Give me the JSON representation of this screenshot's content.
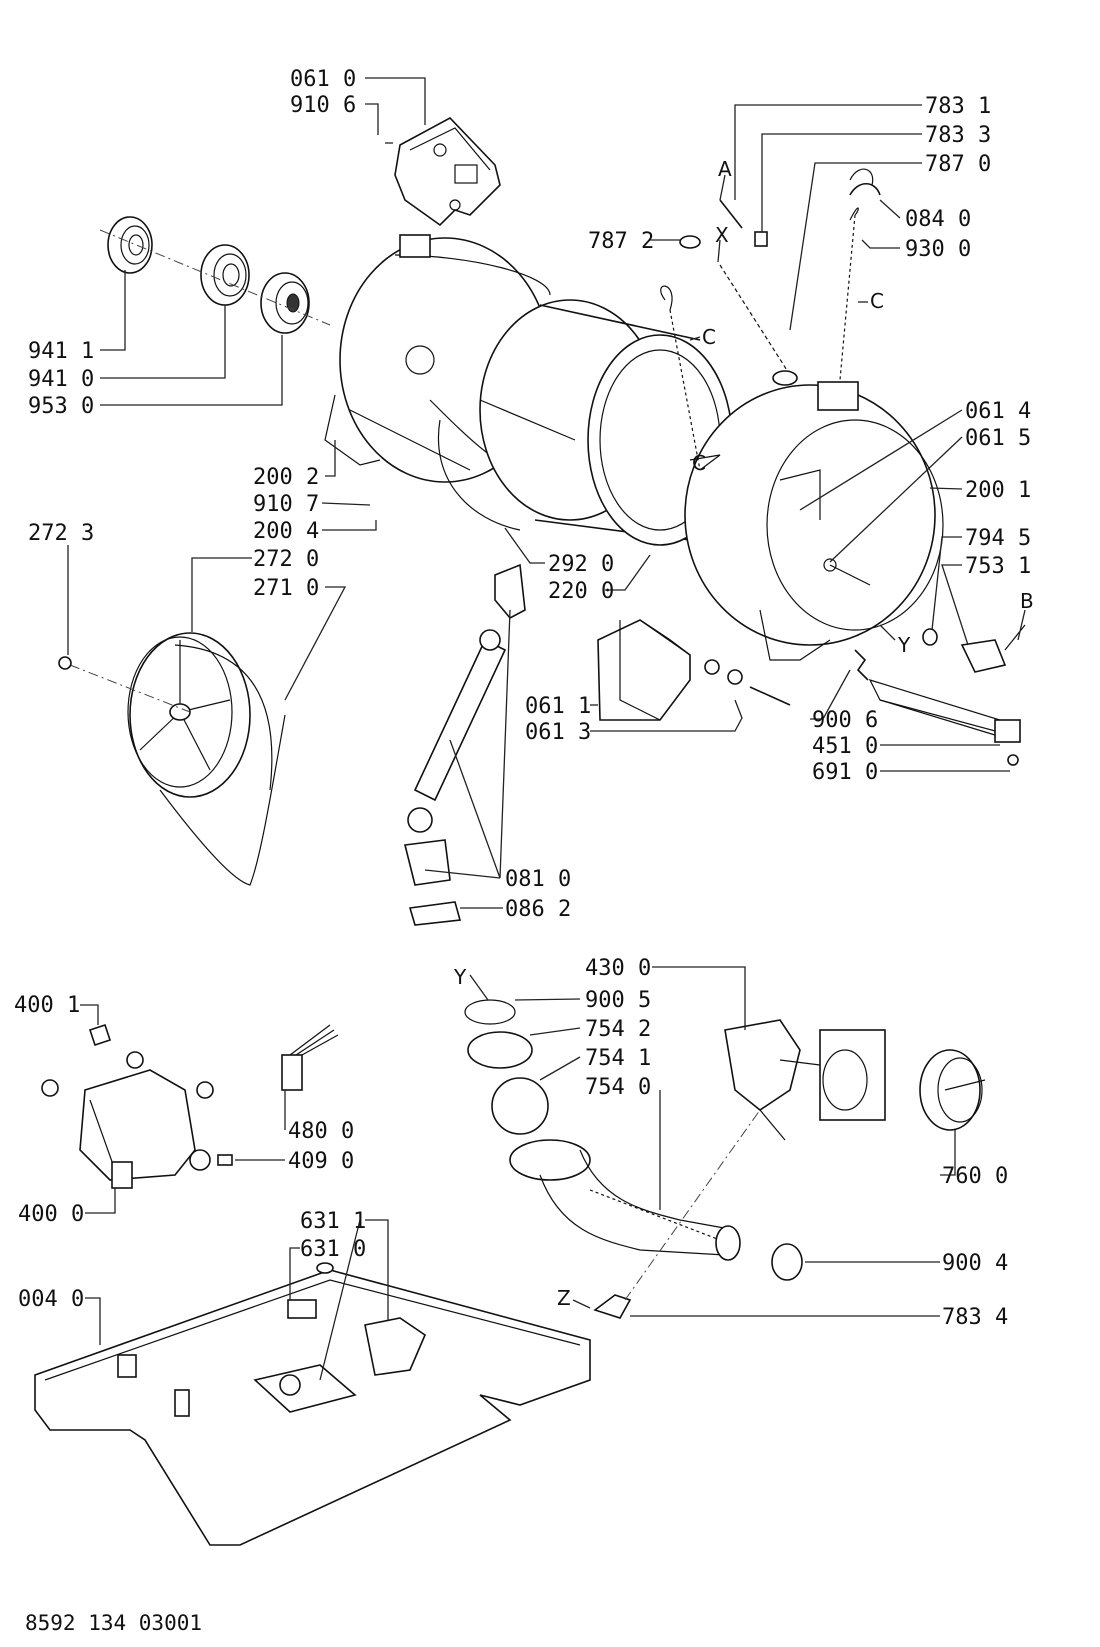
{
  "labels": [
    {
      "text": "061 0"
    },
    {
      "text": "910 6"
    },
    {
      "text": "783 1"
    },
    {
      "text": "783 3"
    },
    {
      "text": "787 0"
    },
    {
      "text": "084 0"
    },
    {
      "text": "787 2"
    },
    {
      "text": "930 0"
    },
    {
      "text": "941 1"
    },
    {
      "text": "941 0"
    },
    {
      "text": "953 0"
    },
    {
      "text": "061 4"
    },
    {
      "text": "061 5"
    },
    {
      "text": "200 1"
    },
    {
      "text": "200 2"
    },
    {
      "text": "910 7"
    },
    {
      "text": "200 4"
    },
    {
      "text": "272 3"
    },
    {
      "text": "272 0"
    },
    {
      "text": "271 0"
    },
    {
      "text": "292 0"
    },
    {
      "text": "220 0"
    },
    {
      "text": "794 5"
    },
    {
      "text": "753 1"
    },
    {
      "text": "061 1"
    },
    {
      "text": "061 3"
    },
    {
      "text": "900 6"
    },
    {
      "text": "451 0"
    },
    {
      "text": "691 0"
    },
    {
      "text": "081 0"
    },
    {
      "text": "086 2"
    },
    {
      "text": "430 0"
    },
    {
      "text": "900 5"
    },
    {
      "text": "754 2"
    },
    {
      "text": "754 1"
    },
    {
      "text": "754 0"
    },
    {
      "text": "400 1"
    },
    {
      "text": "480 0"
    },
    {
      "text": "409 0"
    },
    {
      "text": "400 0"
    },
    {
      "text": "760 0"
    },
    {
      "text": "631 1"
    },
    {
      "text": "631 0"
    },
    {
      "text": "004 0"
    },
    {
      "text": "900 4"
    },
    {
      "text": "783 4"
    }
  ],
  "letters": [
    {
      "text": "A"
    },
    {
      "text": "X"
    },
    {
      "text": "C"
    },
    {
      "text": "C"
    },
    {
      "text": "C"
    },
    {
      "text": "Y"
    },
    {
      "text": "B"
    },
    {
      "text": "Y"
    },
    {
      "text": "Z"
    }
  ],
  "footer": "8592 134 03001"
}
